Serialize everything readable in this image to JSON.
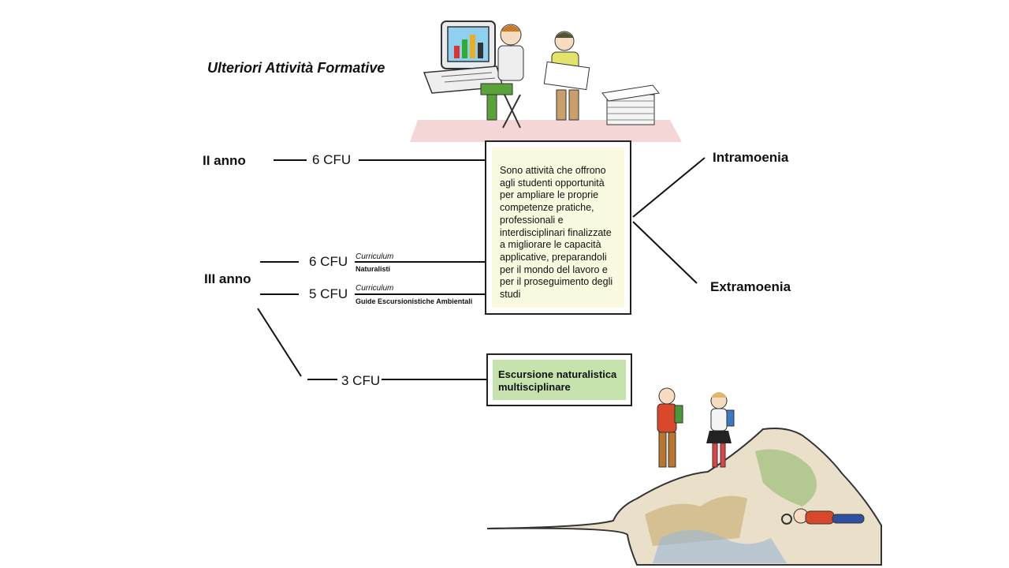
{
  "title": "Ulteriori Attività Formative",
  "years": {
    "second": {
      "label": "II anno",
      "cfu": "6 CFU"
    },
    "third": {
      "label": "III anno",
      "rows": [
        {
          "cfu": "6 CFU",
          "curriculum_label": "Curriculum",
          "curriculum_name": "Naturalisti"
        },
        {
          "cfu": "5 CFU",
          "curriculum_label": "Curriculum",
          "curriculum_name": "Guide Escursionistiche Ambientali"
        }
      ],
      "excursion_cfu": "3 CFU"
    }
  },
  "description": "Sono attività che offrono agli studenti opportunità per ampliare le proprie competenze pratiche, professionali e interdisciplinari finalizzate a migliorare le capacità applicative, preparandoli per il mondo del lavoro e per il proseguimento degli studi",
  "excursion": "Escursione naturalistica multisciplinare",
  "branches": {
    "intra": "Intramoenia",
    "extra": "Extramoenia"
  },
  "illustrations": {
    "top": "students-at-computer-illustration",
    "bottom": "hikers-on-mountain-illustration"
  },
  "colors": {
    "description_fill": "#fafae0",
    "excursion_fill": "#c6e3ae",
    "border": "#222222"
  }
}
